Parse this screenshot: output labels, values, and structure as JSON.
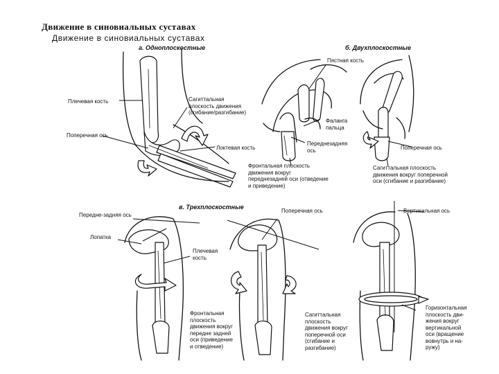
{
  "title": "Движение в синовиальных суставах",
  "subtitle": "Движение в синовиальных суставах",
  "sections": {
    "a": "а. Одноплоскостные",
    "b": "б. Двухплоскостные",
    "c": "в. Трехплоскостные"
  },
  "labels": {
    "humerus": "Плечевая кость",
    "sagittal_flexion": "Сагиттальная\nплоскость движения\n(сгибание/разгибание)",
    "transverse_axis_a": "Поперечная ось",
    "ulna": "Локтевая кость",
    "metacarpal": "Пястная кость",
    "phalanx": "Фаланга\nпальца",
    "ap_axis_b": "Переднезадняя\nось",
    "transverse_axis_b": "Поперечная ось",
    "frontal_b": "Фронтальная плоскость\nдвижения вокруг\nпереднезадней оси (отведение\nи приведение)",
    "sagittal_b": "Сагиттальная плоскость\nдвижения вокруг поперечной\nоси (сгибание и разгибание)",
    "ap_axis_c": "Передне-задняя ось",
    "scapula": "Лопатка",
    "humerus_c": "Плечевая\nкость",
    "transverse_axis_c": "Поперечная ось",
    "vertical_axis": "Вертикальная ось",
    "frontal_c": "Фронтальная\nплоскость\nдвижения вокруг\nпередне задней\nоси (приведение\nи отведение)",
    "sagittal_c": "Сагиттальная\nплоскость\nдвижения вокруг\nпоперечной оси\n(сгибание и\nразгибание)",
    "horizontal_c": "Горизонтальная\nплоскость дви-\nжения вокруг\nвертикальной\nоси (вращение\nвовнутрь и на-\nружу)"
  }
}
